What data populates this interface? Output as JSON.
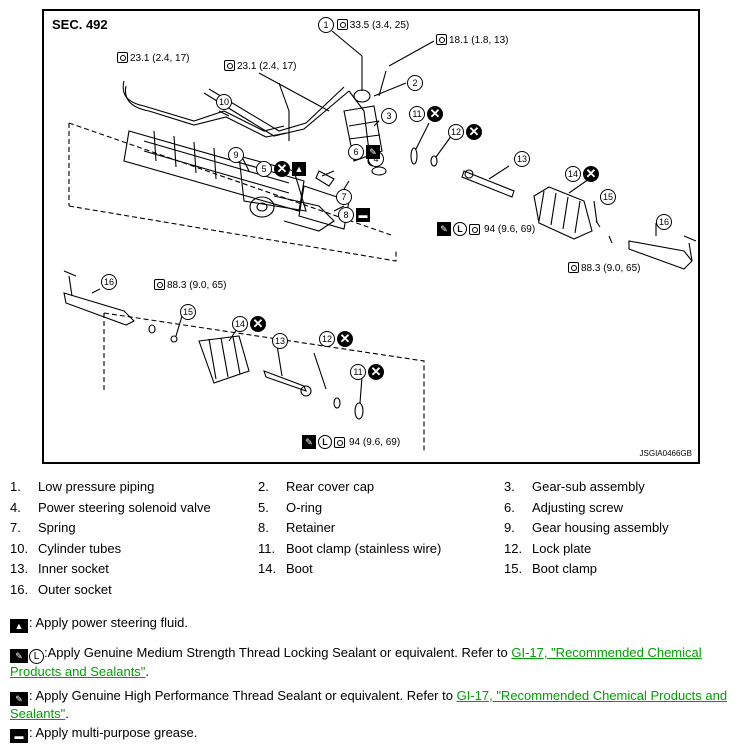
{
  "figure": {
    "section": "SEC. 492",
    "code": "JSGIA0466GB",
    "torques": {
      "t1": "33.5 (3.4, 25)",
      "t2": "18.1 (1.8, 13)",
      "t3": "23.1 (2.4, 17)",
      "t4": "23.1 (2.4, 17)",
      "t5": "94 (9.6, 69)",
      "t6": "88.3 (9.0, 65)",
      "t7": "88.3 (9.0, 65)",
      "t8": "94 (9.6, 69)"
    },
    "callouts": [
      "1",
      "2",
      "3",
      "4",
      "5",
      "6",
      "7",
      "8",
      "9",
      "10",
      "11",
      "12",
      "13",
      "14",
      "15",
      "16",
      "11",
      "12",
      "13",
      "14",
      "15",
      "16"
    ],
    "xmark": "✕",
    "l_symbol": "L"
  },
  "legend": [
    [
      {
        "n": "1.",
        "t": "Low pressure piping"
      },
      {
        "n": "2.",
        "t": "Rear cover cap"
      },
      {
        "n": "3.",
        "t": "Gear-sub assembly"
      }
    ],
    [
      {
        "n": "4.",
        "t": "Power steering solenoid valve"
      },
      {
        "n": "5.",
        "t": "O-ring"
      },
      {
        "n": "6.",
        "t": "Adjusting screw"
      }
    ],
    [
      {
        "n": "7.",
        "t": "Spring"
      },
      {
        "n": "8.",
        "t": "Retainer"
      },
      {
        "n": "9.",
        "t": "Gear housing assembly"
      }
    ],
    [
      {
        "n": "10.",
        "t": "Cylinder tubes"
      },
      {
        "n": "11.",
        "t": "Boot clamp (stainless wire)"
      },
      {
        "n": "12.",
        "t": "Lock plate"
      }
    ],
    [
      {
        "n": "13.",
        "t": "Inner socket"
      },
      {
        "n": "14.",
        "t": "Boot"
      },
      {
        "n": "15.",
        "t": "Boot clamp"
      }
    ],
    [
      {
        "n": "16.",
        "t": "Outer socket"
      }
    ]
  ],
  "notes": {
    "fluid": ": Apply power steering fluid.",
    "lock_pre": ":Apply Genuine Medium Strength Thread Locking Sealant or equivalent. Refer to ",
    "lock_link": "GI-17, \"Recommended Chemical Products and Sealants\"",
    "lock_post": ".",
    "seal_pre": ": Apply Genuine High Performance Thread Sealant or equivalent. Refer to ",
    "seal_link": "GI-17, \"Recommended Chemical Products and Sealants\"",
    "seal_post": ".",
    "grease": ": Apply multi-purpose grease.",
    "l_symbol": "L"
  }
}
